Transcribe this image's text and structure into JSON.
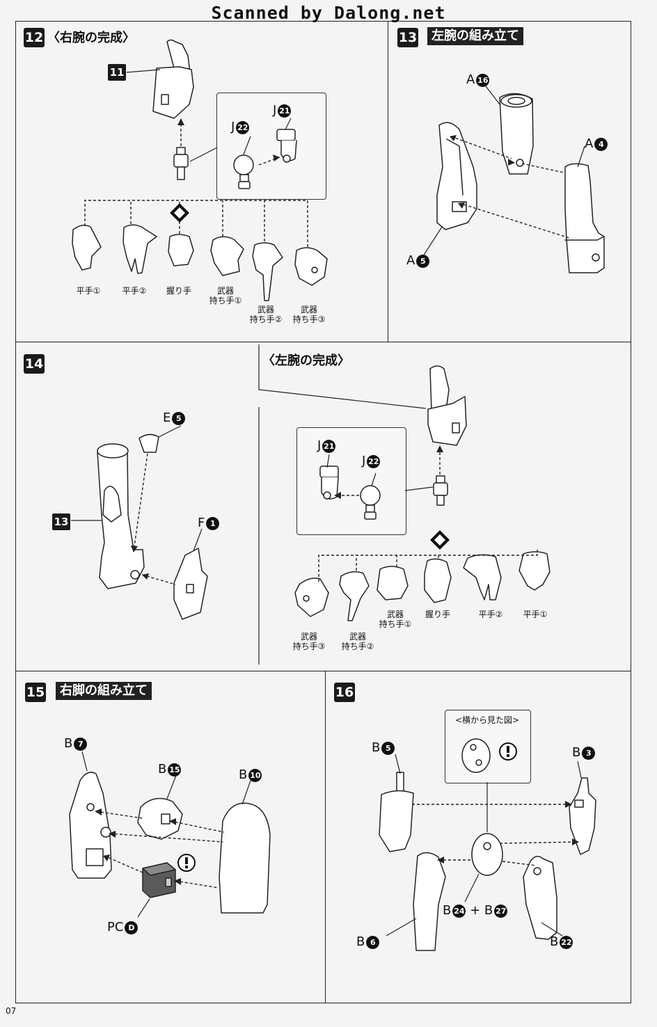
{
  "header": "Scanned by Dalong.net",
  "page_number": "07",
  "steps": {
    "s12": {
      "num": "12",
      "title": "〈右腕の完成〉"
    },
    "s13": {
      "num": "13",
      "title": "左腕の組み立て"
    },
    "s14": {
      "num": "14",
      "title": "〈左腕の完成〉"
    },
    "s15": {
      "num": "15",
      "title": "右脚の組み立て"
    },
    "s16": {
      "num": "16",
      "side_view": "<横から見た図>"
    }
  },
  "hands_right": [
    {
      "line1": "平手①",
      "line2": ""
    },
    {
      "line1": "平手②",
      "line2": ""
    },
    {
      "line1": "握り手",
      "line2": ""
    },
    {
      "line1": "武器",
      "line2": "持ち手①"
    },
    {
      "line1": "武器",
      "line2": "持ち手②"
    },
    {
      "line1": "武器",
      "line2": "持ち手③"
    }
  ],
  "hands_left": [
    {
      "line1": "武器",
      "line2": "持ち手③"
    },
    {
      "line1": "武器",
      "line2": "持ち手②"
    },
    {
      "line1": "武器",
      "line2": "持ち手①"
    },
    {
      "line1": "握り手",
      "line2": ""
    },
    {
      "line1": "平手②",
      "line2": ""
    },
    {
      "line1": "平手①",
      "line2": ""
    }
  ],
  "refs": {
    "r11": "11",
    "r13": "13"
  },
  "parts": {
    "j22a": {
      "letter": "J",
      "num": "22"
    },
    "j21a": {
      "letter": "J",
      "num": "21"
    },
    "a16": {
      "letter": "A",
      "num": "16"
    },
    "a4": {
      "letter": "A",
      "num": "4"
    },
    "a5": {
      "letter": "A",
      "num": "5"
    },
    "e5": {
      "letter": "E",
      "num": "5"
    },
    "f1": {
      "letter": "F",
      "num": "1"
    },
    "j21b": {
      "letter": "J",
      "num": "21"
    },
    "j22b": {
      "letter": "J",
      "num": "22"
    },
    "b7": {
      "letter": "B",
      "num": "7"
    },
    "b15": {
      "letter": "B",
      "num": "15"
    },
    "b10": {
      "letter": "B",
      "num": "10"
    },
    "pcd": {
      "letter": "PC",
      "num": "D"
    },
    "b5": {
      "letter": "B",
      "num": "5"
    },
    "b3": {
      "letter": "B",
      "num": "3"
    },
    "b24": {
      "letter": "B",
      "num": "24"
    },
    "b27": {
      "letter": "B",
      "num": "27"
    },
    "b6": {
      "letter": "B",
      "num": "6"
    },
    "b22": {
      "letter": "B",
      "num": "22"
    }
  },
  "plus": "+",
  "colors": {
    "line": "#222222",
    "fill": "#ffffff",
    "pc_fill": "#5a5a5a",
    "badge": "#1a1a1a"
  }
}
